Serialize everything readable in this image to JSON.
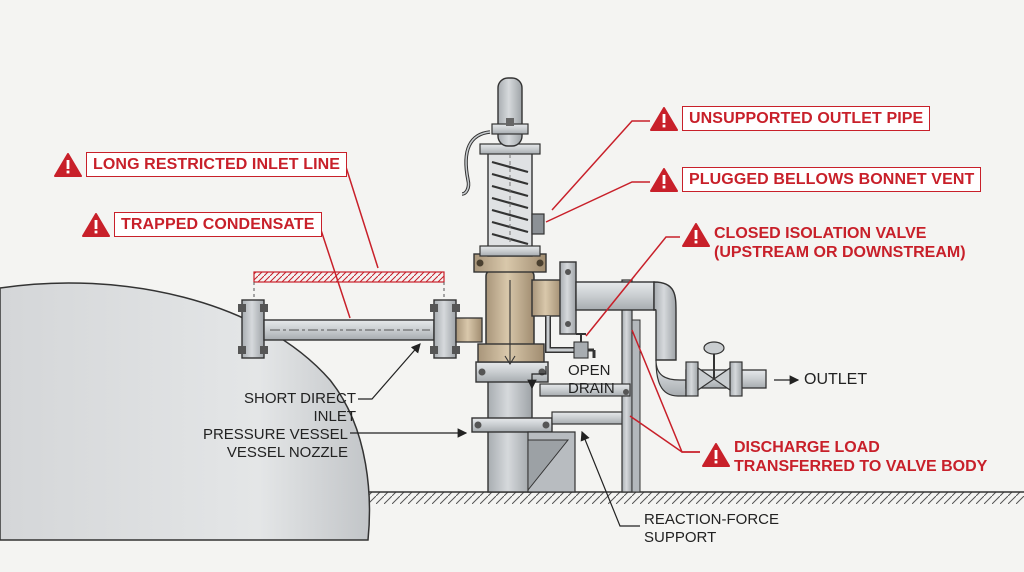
{
  "callouts": {
    "unsupported_outlet": "UNSUPPORTED OUTLET PIPE",
    "plugged_bellows": "PLUGGED BELLOWS BONNET VENT",
    "closed_isolation_1": "CLOSED ISOLATION VALVE",
    "closed_isolation_2": "(UPSTREAM OR DOWNSTREAM)",
    "long_inlet": "LONG RESTRICTED INLET LINE",
    "trapped_condensate": "TRAPPED CONDENSATE",
    "discharge_load_1": "DISCHARGE LOAD",
    "discharge_load_2": "TRANSFERRED TO VALVE BODY"
  },
  "labels": {
    "short_inlet_1": "SHORT DIRECT",
    "short_inlet_2": "INLET",
    "pressure_vessel": "PRESSURE VESSEL",
    "vessel_nozzle": "VESSEL NOZZLE",
    "open_drain_1": "OPEN",
    "open_drain_2": "DRAIN",
    "outlet": "OUTLET",
    "reaction_1": "REACTION-FORCE",
    "reaction_2": "SUPPORT"
  },
  "colors": {
    "warning_red": "#c8202a",
    "pipe_gray": "#c9cdd0",
    "valve_bronze": "#c9b79a",
    "outline": "#333333"
  },
  "icons": [
    "warning-triangle-icon"
  ]
}
